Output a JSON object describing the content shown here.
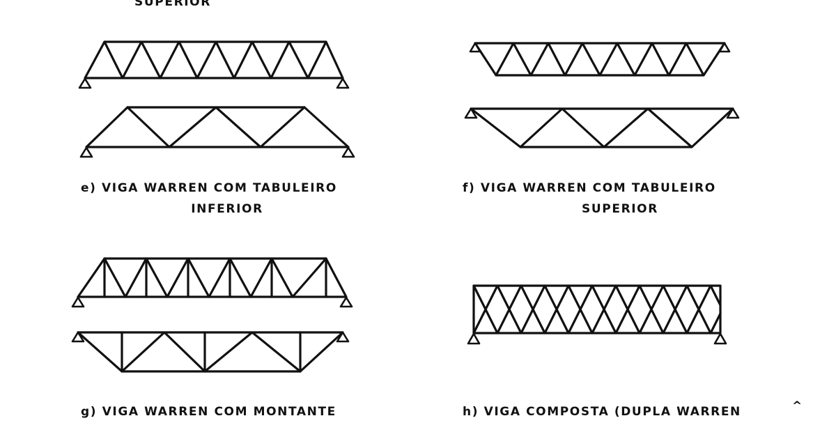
{
  "labels": {
    "top_cut": "SUPERIOR",
    "e_line1": "e) VIGA WARREN COM TABULEIRO",
    "e_line2": "INFERIOR",
    "f_line1": "f) VIGA WARREN COM TABULEIRO",
    "f_line2": "SUPERIOR",
    "g": "g) VIGA WARREN COM MONTANTE",
    "h": "h) VIGA COMPOSTA (DUPLA WARREN"
  },
  "colors": {
    "ink": "#111111",
    "background": "#ffffff"
  },
  "icons": [
    "pin-support-icon"
  ]
}
